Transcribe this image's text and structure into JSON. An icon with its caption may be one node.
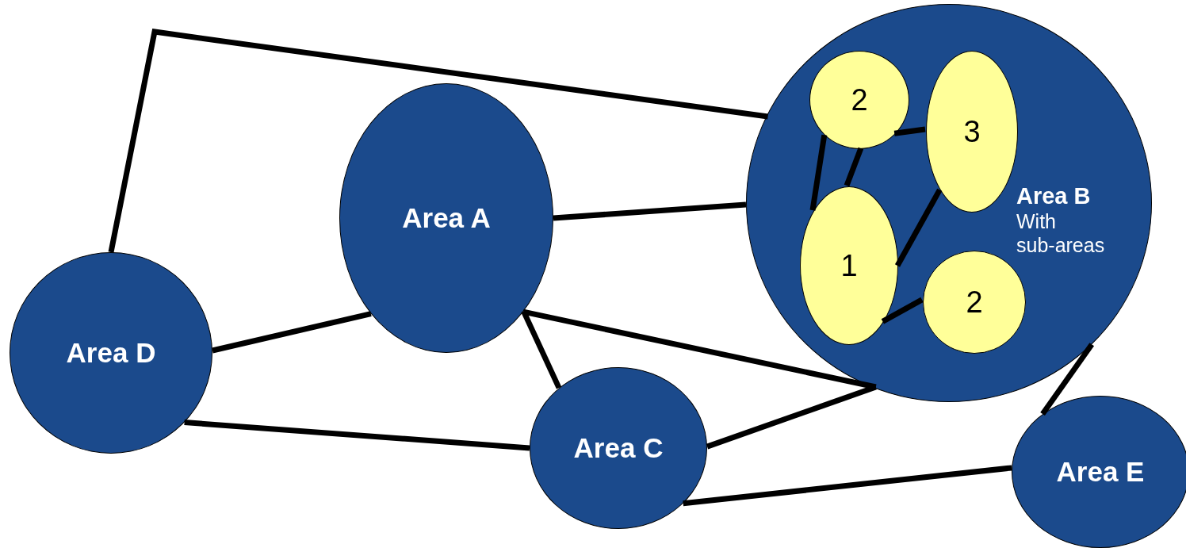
{
  "diagram": {
    "nodes": [
      {
        "text": [
          "Area A"
        ]
      },
      {
        "text": [
          "Area B",
          "With sub-areas"
        ]
      },
      {
        "text": [
          "2"
        ],
        "in": 1
      },
      {
        "text": [
          "3"
        ],
        "in": 1
      },
      {
        "text": [
          "1"
        ],
        "in": 1
      },
      {
        "text": [
          "2"
        ],
        "in": 1
      },
      {
        "text": [
          "Area D"
        ]
      },
      {
        "text": [
          "Area C"
        ]
      },
      {
        "text": [
          "Area E"
        ]
      }
    ],
    "edges": [
      {
        "from": 6,
        "to": 1,
        "arrow": "none"
      },
      {
        "from": 0,
        "to": 1,
        "arrow": "none"
      },
      {
        "from": 6,
        "to": 0,
        "arrow": "none"
      },
      {
        "from": 0,
        "to": 1,
        "arrow": "none"
      },
      {
        "from": 0,
        "to": 7,
        "arrow": "none"
      },
      {
        "from": 6,
        "to": 7,
        "arrow": "none"
      },
      {
        "from": 7,
        "to": 1,
        "arrow": "none"
      },
      {
        "from": 7,
        "to": 8,
        "arrow": "none"
      },
      {
        "from": 1,
        "to": 8,
        "arrow": "none"
      },
      {
        "from": 2,
        "to": 4,
        "arrow": "none"
      },
      {
        "from": 2,
        "to": 4,
        "arrow": "none"
      },
      {
        "from": 2,
        "to": 3,
        "arrow": "none"
      },
      {
        "from": 3,
        "to": 4,
        "arrow": "none"
      },
      {
        "from": 4,
        "to": 5,
        "arrow": "none"
      }
    ]
  }
}
